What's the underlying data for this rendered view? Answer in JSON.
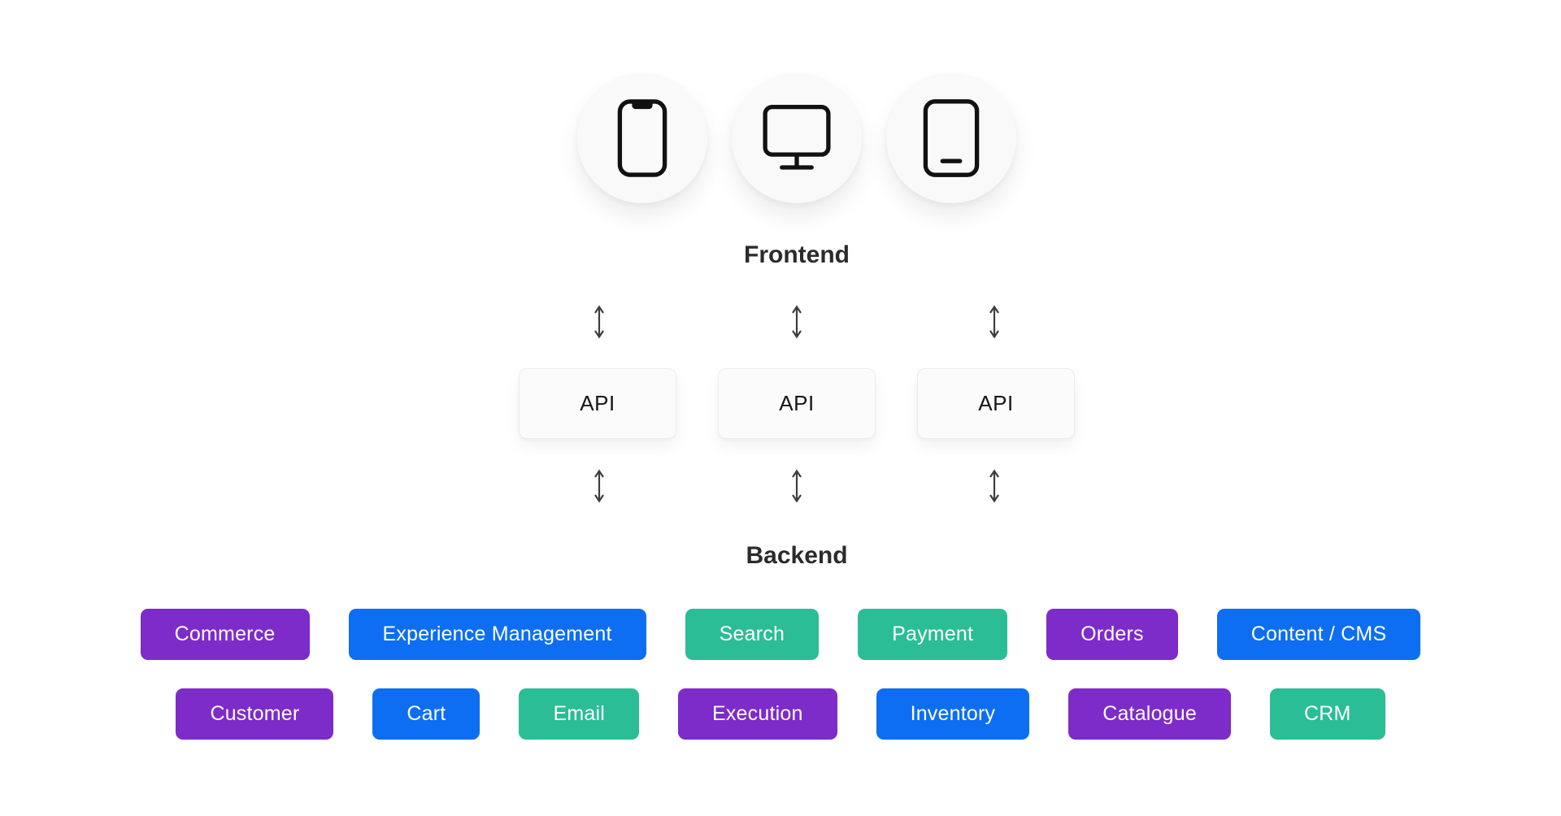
{
  "diagram": {
    "frontend_label": "Frontend",
    "backend_label": "Backend",
    "devices": [
      {
        "icon": "smartphone-icon"
      },
      {
        "icon": "monitor-icon"
      },
      {
        "icon": "tablet-icon"
      }
    ],
    "arrow_icon": "double-vertical-arrow-icon",
    "api_boxes": [
      {
        "label": "API"
      },
      {
        "label": "API"
      },
      {
        "label": "API"
      }
    ],
    "colors": {
      "purple": "#7D2BC9",
      "blue": "#0D6EF2",
      "green": "#2BBD96",
      "label_text": "#2B2B2B",
      "pill_text": "#FFFFFF"
    },
    "services_row1": [
      {
        "label": "Commerce",
        "color": "#7D2BC9"
      },
      {
        "label": "Experience Management",
        "color": "#0D6EF2"
      },
      {
        "label": "Search",
        "color": "#2BBD96"
      },
      {
        "label": "Payment",
        "color": "#2BBD96"
      },
      {
        "label": "Orders",
        "color": "#7D2BC9"
      },
      {
        "label": "Content / CMS",
        "color": "#0D6EF2"
      }
    ],
    "services_row2": [
      {
        "label": "Customer",
        "color": "#7D2BC9"
      },
      {
        "label": "Cart",
        "color": "#0D6EF2"
      },
      {
        "label": "Email",
        "color": "#2BBD96"
      },
      {
        "label": "Execution",
        "color": "#7D2BC9"
      },
      {
        "label": "Inventory",
        "color": "#0D6EF2"
      },
      {
        "label": "Catalogue",
        "color": "#7D2BC9"
      },
      {
        "label": "CRM",
        "color": "#2BBD96"
      }
    ]
  }
}
